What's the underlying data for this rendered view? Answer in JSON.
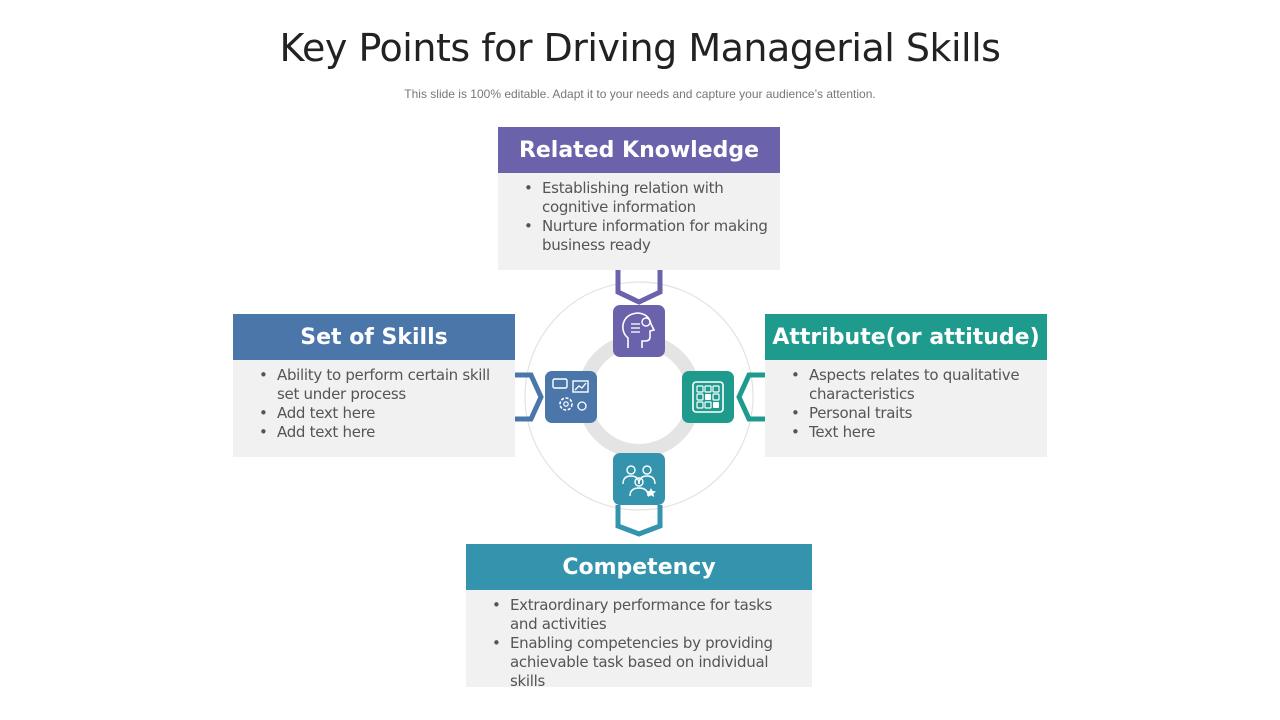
{
  "slide": {
    "title": "Key Points for Driving Managerial Skills",
    "subtitle": "This slide is 100% editable. Adapt it to your needs and capture your audience’s attention."
  },
  "cards": {
    "top": {
      "title": "Related Knowledge",
      "color": "#6a62ab",
      "icon": "head-lightbulb-icon",
      "bullets": [
        "Establishing relation with cognitive information",
        "Nurture information for making business ready"
      ]
    },
    "left": {
      "title": "Set of Skills",
      "color": "#4a76aa",
      "icon": "gear-presentation-icon",
      "bullets": [
        "Ability to perform certain skill set under process",
        "Add text here",
        "Add text here"
      ]
    },
    "right": {
      "title": "Attribute(or attitude)",
      "color": "#1f9b8e",
      "icon": "grid-panel-icon",
      "bullets": [
        "Aspects relates to qualitative characteristics",
        "Personal traits",
        "Text here"
      ]
    },
    "bottom": {
      "title": "Competency",
      "color": "#3594ad",
      "icon": "team-star-icon",
      "bullets": [
        "Extraordinary performance for tasks and activities",
        "Enabling competencies by providing achievable task based on individual skills"
      ]
    }
  }
}
